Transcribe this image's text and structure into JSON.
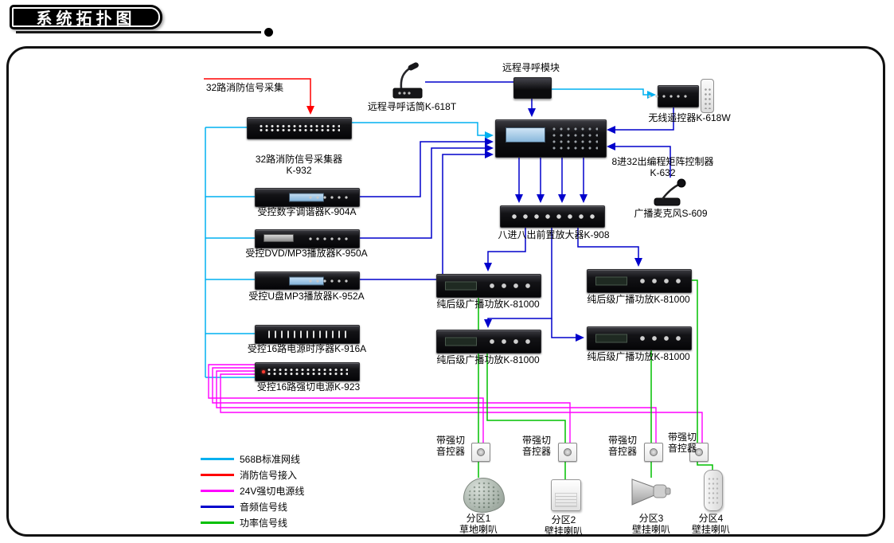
{
  "banner": {
    "title": "系统拓扑图"
  },
  "devices": {
    "fire_signal_source": "32路消防信号采集",
    "k932": {
      "name": "32路消防信号采集器",
      "model": "K-932"
    },
    "k904a": "受控数字调谐器K-904A",
    "k950a": "受控DVD/MP3播放器K-950A",
    "k952a": "受控U盘MP3播放器K-952A",
    "k916a": "受控16路电源时序器K-916A",
    "k923": "受控16路强切电源K-923",
    "k618t": "远程寻呼话筒K-618T",
    "paging_module": "远程寻呼模块",
    "k618w": "无线遥控器K-618W",
    "k632": {
      "name": "8进32出编程矩阵控制器",
      "model": "K-632"
    },
    "s609": "广播麦克风S-609",
    "k908": "八进八出前置放大器K-908",
    "amplifier": "纯后级广播功放K-81000",
    "volume_controller": {
      "line1": "带强切",
      "line2": "音控器"
    },
    "zones": [
      {
        "name": "分区1",
        "speaker": "草地喇叭"
      },
      {
        "name": "分区2",
        "speaker": "壁挂喇叭"
      },
      {
        "name": "分区3",
        "speaker": "壁挂喇叭"
      },
      {
        "name": "分区4",
        "speaker": "壁挂喇叭"
      }
    ]
  },
  "legend": {
    "items": [
      {
        "label": "568B标准网线",
        "color": "#00b0f0"
      },
      {
        "label": "消防信号接入",
        "color": "#ff0000"
      },
      {
        "label": "24V强切电源线",
        "color": "#ff00ff"
      },
      {
        "label": "音频信号线",
        "color": "#0000cc"
      },
      {
        "label": "功率信号线",
        "color": "#00c000"
      }
    ]
  }
}
